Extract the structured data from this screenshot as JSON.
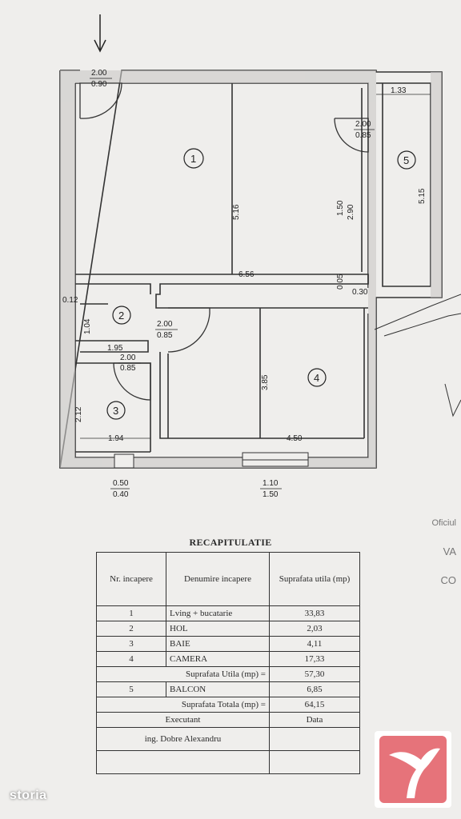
{
  "plan": {
    "door_entry": [
      "2.00",
      "0.90"
    ],
    "room1_label": "1",
    "room1_height": "5.16",
    "room1_window": [
      "1.50",
      "2.90"
    ],
    "width_656": "6.56",
    "dim_005": "0.05",
    "dim_030": "0.30",
    "room5_label": "5",
    "room5_top": "1.33",
    "room5_door": [
      "2.00",
      "0.85"
    ],
    "room5_height": "5.15",
    "dim_012": "0.12",
    "room2_label": "2",
    "room2_height": "1.04",
    "room2_width": "1.95",
    "door_hall": [
      "2.00",
      "0.85"
    ],
    "door_bath": [
      "2.00",
      "0.85"
    ],
    "room3_label": "3",
    "room3_height": "2.12",
    "room3_width": "1.94",
    "room4_label": "4",
    "room4_height": "3.85",
    "room4_width": "4.50",
    "win_bottom_left": [
      "0.50",
      "0.40"
    ],
    "win_bottom_right": [
      "1.10",
      "1.50"
    ]
  },
  "recap": {
    "title": "RECAPITULATIE",
    "headers": [
      "Nr. incapere",
      "Denumire incapere",
      "Suprafata utila (mp)"
    ],
    "rows": [
      {
        "nr": "1",
        "name": "Lving + bucatarie",
        "area": "33,83"
      },
      {
        "nr": "2",
        "name": "HOL",
        "area": "2,03"
      },
      {
        "nr": "3",
        "name": "BAIE",
        "area": "4,11"
      },
      {
        "nr": "4",
        "name": "CAMERA",
        "area": "17,33"
      }
    ],
    "useful_label": "Suprafata Utila (mp) =",
    "useful_value": "57,30",
    "balcony": {
      "nr": "5",
      "name": "BALCON",
      "area": "6,85"
    },
    "total_label": "Suprafata Totala (mp) =",
    "total_value": "64,15",
    "executant_label": "Executant",
    "date_label": "Data",
    "engineer": "ing. Dobre Alexandru"
  },
  "margin_text": [
    "Oficiul",
    "VA",
    "CO"
  ],
  "watermark_text": "storia",
  "colors": {
    "paper": "#efeeec",
    "ink": "#2a2a2a",
    "logo": "#e6737a"
  }
}
